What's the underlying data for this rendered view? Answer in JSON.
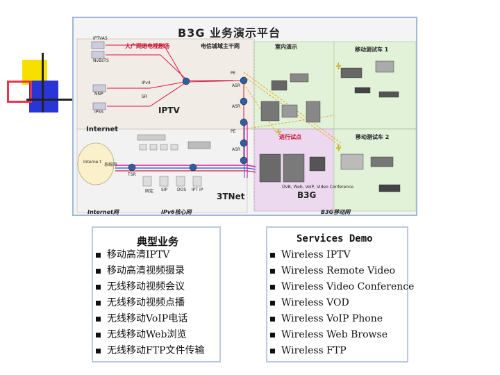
{
  "diagram": {
    "title": "B3G 业务演示平台",
    "labels": {
      "cable_net": "大广网络电视剧场",
      "telecom": "电信城域主干网",
      "indoor_demo": "室内演示",
      "mobile_vehicle_1": "移动测试车 1",
      "iptv": "IPTV",
      "internet": "Internet",
      "internet_cloud": "Interne t",
      "cloud_tag": "系统网",
      "field_test": "进行试点",
      "mobile_vehicle_2": "移动测试车 2",
      "b3g": "B3G",
      "tnet": "3TNet",
      "internet_net": "Internet网",
      "ipv6_core": "IPv6核心网",
      "b3g_mobile": "B3G移动网",
      "iptvas": "IPTVAS",
      "nvbs": "NvBsTS",
      "nnp": "NNP",
      "ipss": "IPSS",
      "sr": "SR",
      "ipv4": "IPv4",
      "tsr": "TSR",
      "asr": "ASR",
      "asr_b": "ASR",
      "asr_c": "ASR",
      "pe": "PE",
      "pe_b": "PE",
      "video_conf": "DVB, Web, VoIP, Video Conference",
      "phone_tags": [
        "固定",
        "SIP",
        "DOS",
        "IPT IP"
      ]
    }
  },
  "left_list": {
    "heading": "典型业务",
    "items": [
      "移动高清IPTV",
      "移动高清视频摄录",
      "无线移动视频会议",
      "无线移动视频点播",
      "无线移动VoIP电话",
      "无线移动Web浏览",
      "无线移动FTP文件传输"
    ]
  },
  "right_list": {
    "heading": "Services Demo",
    "items": [
      "Wireless IPTV",
      "Wireless Remote Video",
      "Wireless Video Conference",
      "Wireless VOD",
      "Wireless VoIP Phone",
      "Wireless Web Browse",
      "Wireless FTP"
    ]
  },
  "colors": {
    "accent_blue": "#2a35d8",
    "accent_yellow": "#f7e000",
    "accent_red": "#e8344a",
    "link_red": "#d8153f",
    "link_magenta": "#e0169e",
    "link_blue": "#3a6fd8",
    "b3g_panel_green": "#e2f2d9",
    "b3g_panel_purple": "#ecd8ef"
  }
}
